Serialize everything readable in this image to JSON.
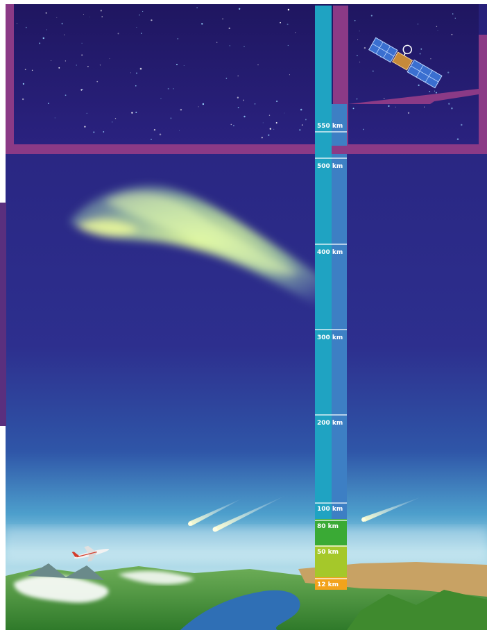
{
  "altitude_scale": {
    "markers": [
      {
        "label": "550 km",
        "value_km": 550,
        "color": "#1fa3c2"
      },
      {
        "label": "500 km",
        "value_km": 500,
        "color": "#1fa3c2"
      },
      {
        "label": "400 km",
        "value_km": 400,
        "color": "#1fa3c2"
      },
      {
        "label": "300 km",
        "value_km": 300,
        "color": "#1fa3c2"
      },
      {
        "label": "200 km",
        "value_km": 200,
        "color": "#1fa3c2"
      },
      {
        "label": "100 km",
        "value_km": 100,
        "color": "#1fa3c2"
      },
      {
        "label": "80 km",
        "value_km": 80,
        "color": "#3aaa35"
      },
      {
        "label": "50 km",
        "value_km": 50,
        "color": "#a5c82a"
      },
      {
        "label": "12 km",
        "value_km": 12,
        "color": "#f2a31b"
      }
    ]
  },
  "colors": {
    "space": "#241a6e",
    "sky_top": "#2a2580",
    "sky_horizon": "#3f8fbf",
    "frame": "#8b3a86",
    "scale_main": "#1fa3c2",
    "scale_side": "#3d7fc4",
    "aurora": "#c9ef9a",
    "ground": "#4f9c3a",
    "water": "#2f6fb5"
  },
  "scene_elements": {
    "satellite": "satellite-icon",
    "aurora": "aurora-icon",
    "meteors": "meteor-icon",
    "airplane": "airplane-icon"
  }
}
